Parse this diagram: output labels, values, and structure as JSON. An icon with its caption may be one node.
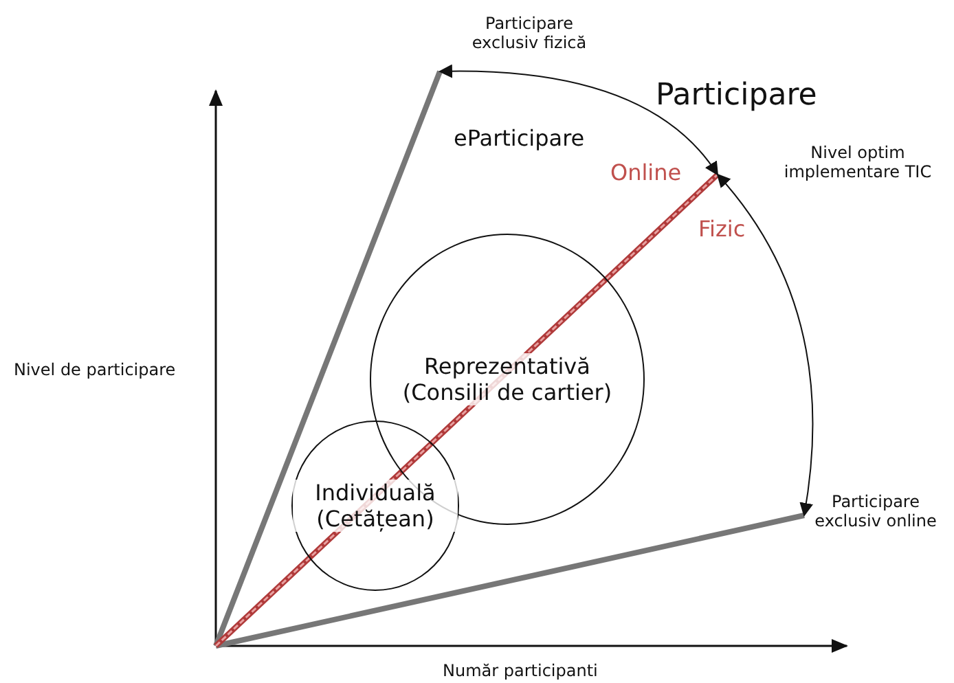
{
  "diagram": {
    "nodes": [
      {
        "text": [
          "Participare exclusiv fizică"
        ]
      },
      {
        "text": [
          "Nivel optim implementare TIC"
        ]
      },
      {
        "text": [
          "Participare exclusiv online"
        ]
      },
      {
        "text": [
          "Reprezentativă (Consilii de cartier)"
        ]
      },
      {
        "text": [
          "Individuală (Cetățean)"
        ]
      }
    ],
    "edges": [
      {
        "from": 0,
        "to": 1,
        "arrow": "both"
      },
      {
        "from": 1,
        "to": 2,
        "arrow": "both"
      }
    ],
    "labels": [
      "Participare",
      "eParticipare",
      "Online",
      "Fizic",
      "Nivel de participare",
      "Număr participanti"
    ]
  }
}
